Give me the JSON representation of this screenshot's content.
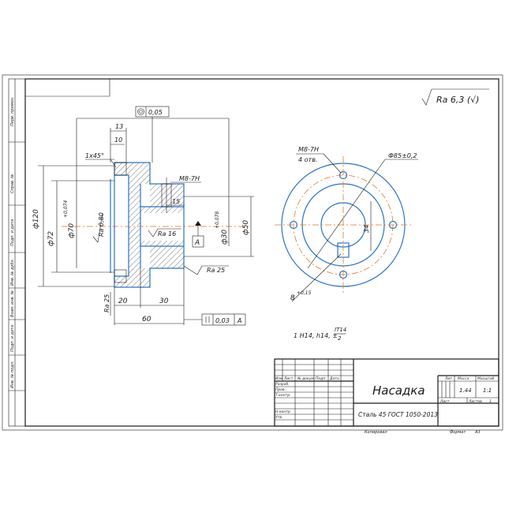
{
  "drawing": {
    "title": "Насадка",
    "material": "Сталь 45 ГОСТ 1050-2013",
    "roughness_general": "Ra 6,3 (√)",
    "note": "1 H14, h14, ±",
    "note_frac_num": "IT14",
    "note_frac_den": "2"
  },
  "dimensions": {
    "d120": "ф120",
    "d72": "ф72",
    "d70": "ф70",
    "d70_tol": "+0,074",
    "d50": "ф50",
    "d30": "ф30",
    "d30_tol": "+0,078",
    "d85": "Ф85±0,2",
    "l60": "60",
    "l20": "20",
    "l30": "30",
    "l13": "13",
    "l10": "10",
    "l15": "15",
    "l34": "34",
    "l8": "8",
    "l8_tol": "+0,15",
    "chamfer": "1х45°",
    "thread": "M8-7H",
    "thread_count": "4 отв.",
    "ra080": "Ra 0,80",
    "ra16": "Ra 16",
    "ra25a": "Ra 25",
    "ra25b": "Ra 25"
  },
  "tolerances": {
    "runout_value": "0,05",
    "parallel_value": "0,03",
    "parallel_datum": "A",
    "datum_label": "A"
  },
  "side_strip": {
    "cells": [
      "Перв. примен.",
      "Справ. №",
      "Подп. и дата",
      "Инв. № дубл.",
      "Взам. инв. №",
      "Подп. и дата",
      "Инв. № подл."
    ]
  },
  "title_block": {
    "headers": [
      "Изм",
      "Лист",
      "№ докум.",
      "Подп.",
      "Дата"
    ],
    "roles": [
      "Разраб.",
      "Пров.",
      "Т.контр.",
      "",
      "Н.контр.",
      "Утв."
    ],
    "lit_label": "Лит.",
    "mass_label": "Масса",
    "scale_label": "Масштаб",
    "mass_value": "1.44",
    "scale_value": "1:1",
    "sheet_label": "Лист",
    "sheets_label": "Листов",
    "sheets_value": "1",
    "copied": "Копировал",
    "format_label": "Формат",
    "format_value": "А3"
  }
}
